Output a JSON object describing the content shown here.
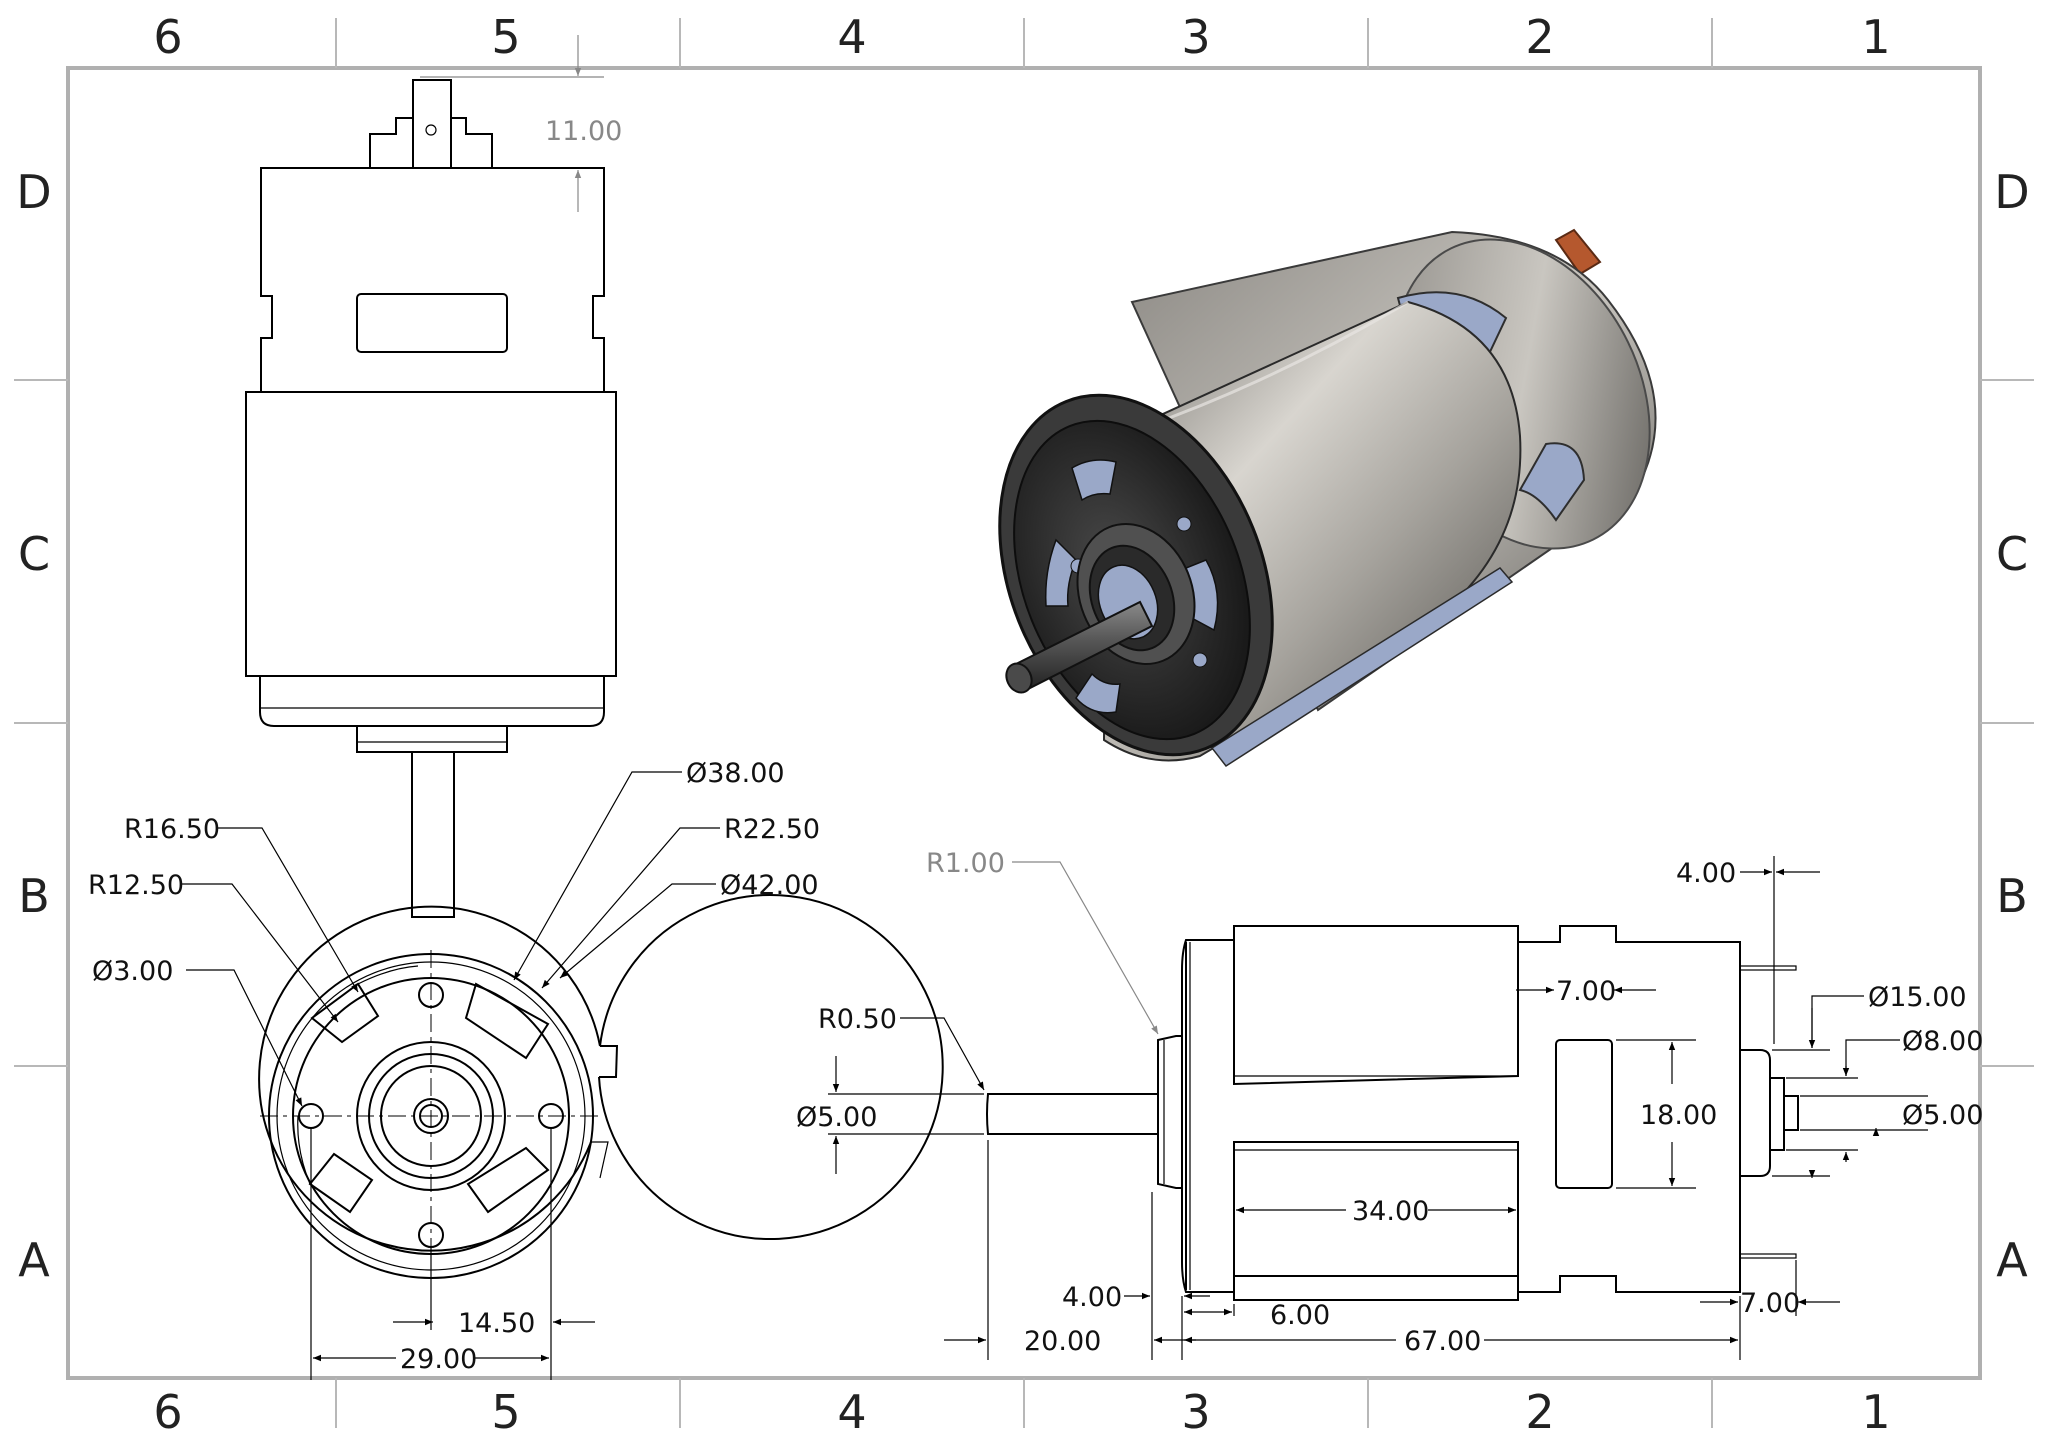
{
  "sheet": {
    "zone_columns": [
      "6",
      "5",
      "4",
      "3",
      "2",
      "1"
    ],
    "zone_rows": [
      "D",
      "C",
      "B",
      "A"
    ]
  },
  "dimensions": {
    "terminal_height": "11.00",
    "r16_50": "R16.50",
    "r12_50": "R12.50",
    "d3_00": "Ø3.00",
    "d38_00": "Ø38.00",
    "r22_50": "R22.50",
    "d42_00": "Ø42.00",
    "hole_offset": "14.50",
    "hole_spacing": "29.00",
    "r1_00": "R1.00",
    "r0_50": "R0.50",
    "shaft_dia": "Ø5.00",
    "cap_offset": "4.00",
    "shaft_length": "20.00",
    "lip": "6.00",
    "body_length": "67.00",
    "slot_length": "34.00",
    "vent_width": "7.00",
    "vent_height": "18.00",
    "terminal_offset": "4.00",
    "terminal_width": "7.00",
    "rear_boss_dia": "Ø15.00",
    "rear_hub_dia": "Ø8.00",
    "rear_shaft_dia": "Ø5.00"
  },
  "colors": {
    "line": "#000000",
    "gray_dim": "#888888",
    "frame": "#b0b0b0",
    "motor_metal": "#a8a59e",
    "motor_dark": "#3a3a3a",
    "slot_blue": "#9aa8c8",
    "terminal_copper": "#b5582e"
  }
}
